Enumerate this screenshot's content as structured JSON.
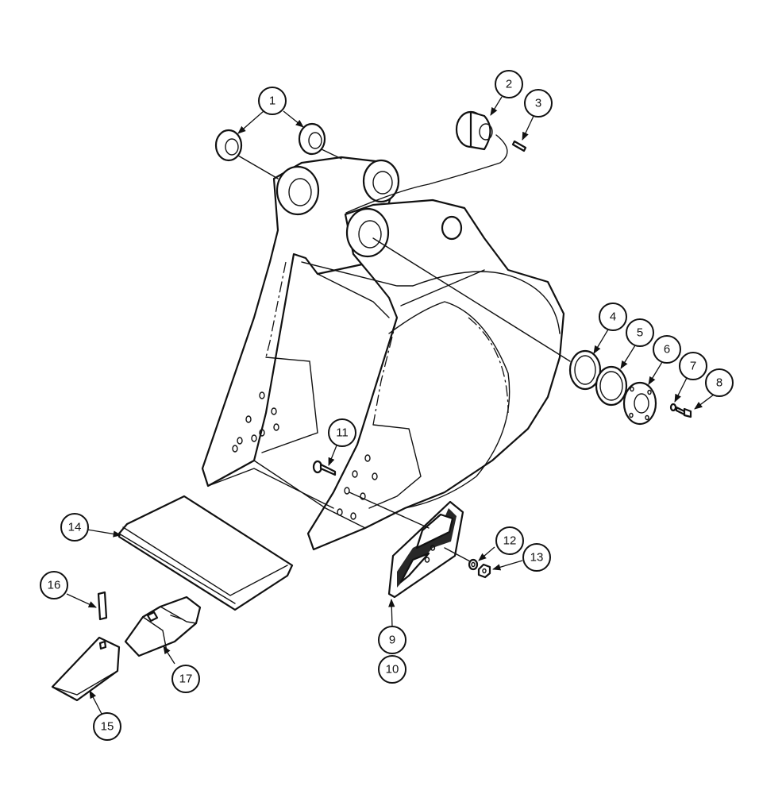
{
  "callouts": [
    {
      "id": "c1",
      "label": "1"
    },
    {
      "id": "c2",
      "label": "2"
    },
    {
      "id": "c3",
      "label": "3"
    },
    {
      "id": "c4",
      "label": "4"
    },
    {
      "id": "c5",
      "label": "5"
    },
    {
      "id": "c6",
      "label": "6"
    },
    {
      "id": "c7",
      "label": "7"
    },
    {
      "id": "c8",
      "label": "8"
    },
    {
      "id": "c9",
      "label": "9"
    },
    {
      "id": "c10",
      "label": "10"
    },
    {
      "id": "c11",
      "label": "11"
    },
    {
      "id": "c12",
      "label": "12"
    },
    {
      "id": "c13",
      "label": "13"
    },
    {
      "id": "c14",
      "label": "14"
    },
    {
      "id": "c15",
      "label": "15"
    },
    {
      "id": "c16",
      "label": "16"
    },
    {
      "id": "c17",
      "label": "17"
    }
  ],
  "colors": {
    "line": "#111111",
    "background": "#ffffff"
  }
}
